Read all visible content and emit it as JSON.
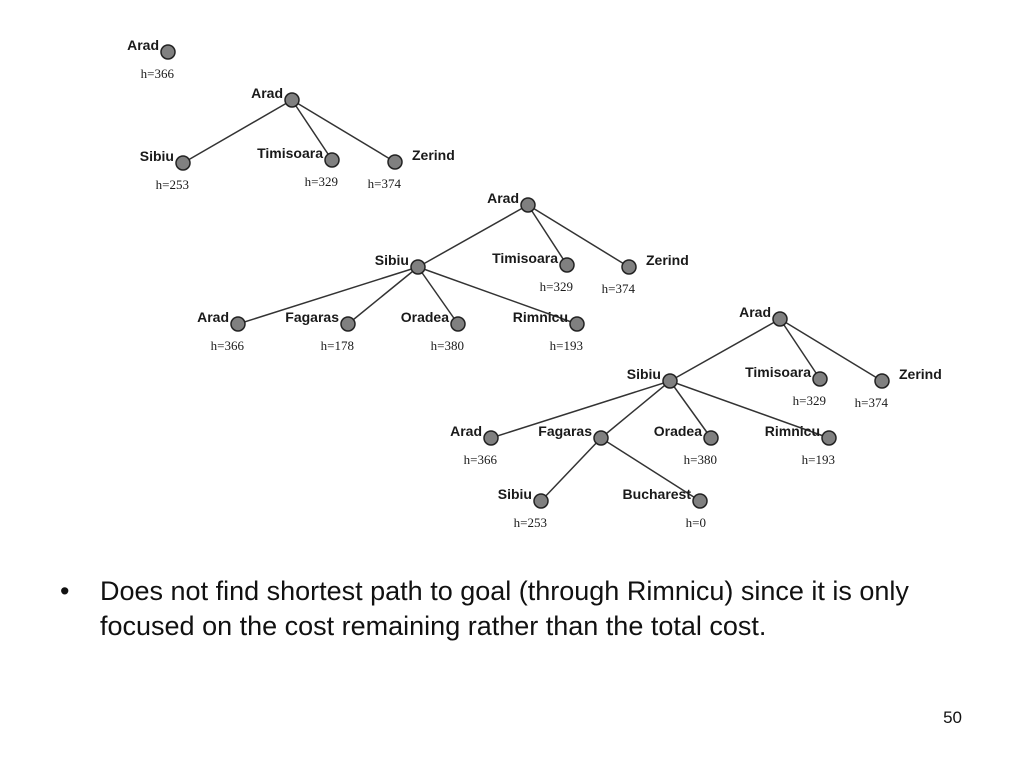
{
  "search_trees": [
    {
      "nodes": [
        {
          "id": "a",
          "name": "Arad",
          "h": "h=366"
        }
      ],
      "edges": []
    },
    {
      "nodes": [
        {
          "id": "a",
          "name": "Arad",
          "h": ""
        },
        {
          "id": "s",
          "name": "Sibiu",
          "h": "h=253"
        },
        {
          "id": "t",
          "name": "Timisoara",
          "h": "h=329"
        },
        {
          "id": "z",
          "name": "Zerind",
          "h": "h=374"
        }
      ],
      "edges": [
        [
          "a",
          "s"
        ],
        [
          "a",
          "t"
        ],
        [
          "a",
          "z"
        ]
      ]
    },
    {
      "nodes": [
        {
          "id": "a",
          "name": "Arad",
          "h": ""
        },
        {
          "id": "s",
          "name": "Sibiu",
          "h": ""
        },
        {
          "id": "t",
          "name": "Timisoara",
          "h": "h=329"
        },
        {
          "id": "z",
          "name": "Zerind",
          "h": "h=374"
        },
        {
          "id": "sa",
          "name": "Arad",
          "h": "h=366"
        },
        {
          "id": "sf",
          "name": "Fagaras",
          "h": "h=178"
        },
        {
          "id": "so",
          "name": "Oradea",
          "h": "h=380"
        },
        {
          "id": "sr",
          "name": "Rimnicu",
          "h": "h=193"
        }
      ],
      "edges": [
        [
          "a",
          "s"
        ],
        [
          "a",
          "t"
        ],
        [
          "a",
          "z"
        ],
        [
          "s",
          "sa"
        ],
        [
          "s",
          "sf"
        ],
        [
          "s",
          "so"
        ],
        [
          "s",
          "sr"
        ]
      ]
    },
    {
      "nodes": [
        {
          "id": "a",
          "name": "Arad",
          "h": ""
        },
        {
          "id": "s",
          "name": "Sibiu",
          "h": ""
        },
        {
          "id": "t",
          "name": "Timisoara",
          "h": "h=329"
        },
        {
          "id": "z",
          "name": "Zerind",
          "h": "h=374"
        },
        {
          "id": "sa",
          "name": "Arad",
          "h": "h=366"
        },
        {
          "id": "sf",
          "name": "Fagaras",
          "h": ""
        },
        {
          "id": "so",
          "name": "Oradea",
          "h": "h=380"
        },
        {
          "id": "sr",
          "name": "Rimnicu",
          "h": "h=193"
        },
        {
          "id": "fs",
          "name": "Sibiu",
          "h": "h=253"
        },
        {
          "id": "fb",
          "name": "Bucharest",
          "h": "h=0"
        }
      ],
      "edges": [
        [
          "a",
          "s"
        ],
        [
          "a",
          "t"
        ],
        [
          "a",
          "z"
        ],
        [
          "s",
          "sa"
        ],
        [
          "s",
          "sf"
        ],
        [
          "s",
          "so"
        ],
        [
          "s",
          "sr"
        ],
        [
          "sf",
          "fs"
        ],
        [
          "sf",
          "fb"
        ]
      ]
    }
  ],
  "bullets": [
    "Does not find shortest path to goal (through Rimnicu) since it is only focused on the cost remaining rather than the total cost."
  ],
  "bullet_symbol": "•",
  "page_number": "50"
}
